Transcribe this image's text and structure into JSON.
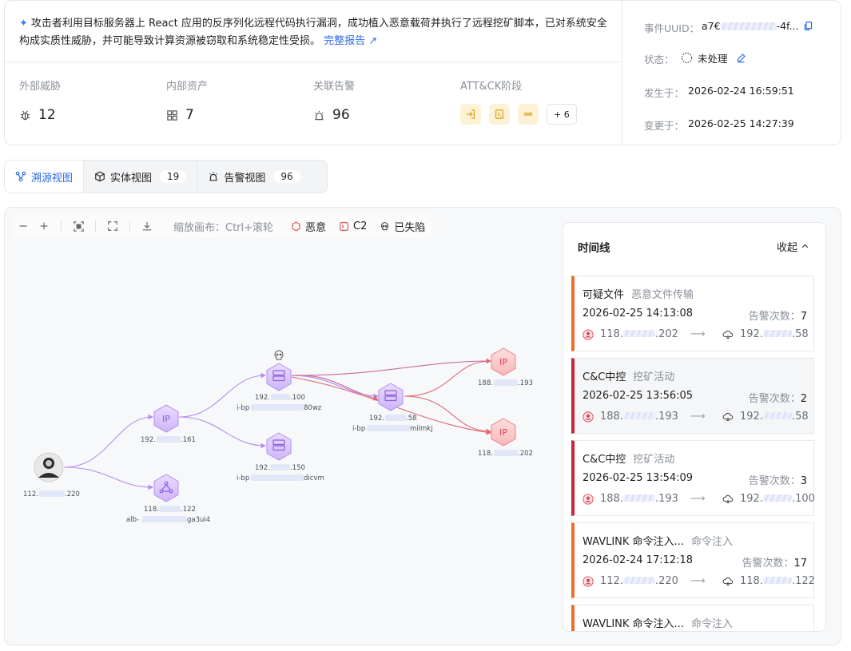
{
  "summary": {
    "description": "攻击者利用目标服务器上 React 应用的反序列化远程代码执行漏洞，成功植入恶意载荷并执行了远程挖矿脚本，已对系统安全构成实质性威胁，并可能导致计算资源被窃取和系统稳定性受损。",
    "report_link": "完整报告 ↗"
  },
  "stats": [
    {
      "label": "外部威胁",
      "value": "12",
      "icon": "bug-icon"
    },
    {
      "label": "内部资产",
      "value": "7",
      "icon": "grid-icon"
    },
    {
      "label": "关联告警",
      "value": "96",
      "icon": "alarm-icon"
    },
    {
      "label": "ATT&CK阶段",
      "value": "",
      "icon": ""
    }
  ],
  "attack_phases": {
    "icons": [
      "entry-icon",
      "script-icon",
      "infinity-icon"
    ],
    "more": "+ 6",
    "color": "#d9a21b"
  },
  "meta": {
    "uuid_label": "事件UUID：",
    "uuid_prefix": "a7€",
    "uuid_suffix": "-4f...",
    "status_label": "状态：",
    "status_value": "未处理",
    "occurred_label": "发生于：",
    "occurred_value": "2026-02-24 16:59:51",
    "changed_label": "变更于：",
    "changed_value": "2026-02-25 14:27:39"
  },
  "tabs": [
    {
      "label": "溯源视图",
      "count": "",
      "icon": "trace-icon"
    },
    {
      "label": "实体视图",
      "count": "19",
      "icon": "cube-icon"
    },
    {
      "label": "告警视图",
      "count": "96",
      "icon": "alarm-icon"
    }
  ],
  "toolbar": {
    "zoom_hint": "缩放画布：Ctrl+滚轮",
    "legend": [
      {
        "label": "恶意",
        "icon": "hexagon-icon",
        "color": "#d9534f"
      },
      {
        "label": "C2",
        "icon": "c2-icon",
        "color": "#d9534f"
      },
      {
        "label": "已失陷",
        "icon": "skull-icon",
        "color": "#444"
      }
    ]
  },
  "graph": {
    "nodes": [
      {
        "id": "attacker",
        "type": "attacker",
        "label": "112.",
        "label_tail": ".220",
        "sub": ""
      },
      {
        "id": "ip161",
        "type": "ip",
        "text": "IP",
        "label": "192.",
        "label_tail": ".161",
        "sub": ""
      },
      {
        "id": "lb122",
        "type": "lb",
        "text": "",
        "label": "118.",
        "label_tail": ".122",
        "sub": "alb-",
        "sub_tail": "ga3ui4"
      },
      {
        "id": "srv100",
        "type": "server",
        "text": "",
        "label": "192.",
        "label_tail": ".100",
        "sub": "i-bp",
        "sub_tail": "80wz"
      },
      {
        "id": "srv150",
        "type": "server",
        "text": "",
        "label": "192.",
        "label_tail": ".150",
        "sub": "i-bp",
        "sub_tail": "dicvm"
      },
      {
        "id": "srv58",
        "type": "server",
        "text": "",
        "label": "192.",
        "label_tail": ".58",
        "sub": "i-bp",
        "sub_tail": "milmkj"
      },
      {
        "id": "ip193",
        "type": "ipmal",
        "text": "IP",
        "label": "188.",
        "label_tail": ".193",
        "sub": ""
      },
      {
        "id": "ip202",
        "type": "ipmal",
        "text": "IP",
        "label": "118.",
        "label_tail": ".202",
        "sub": ""
      }
    ]
  },
  "timeline": {
    "title": "时间线",
    "collapse": "收起",
    "events": [
      {
        "title": "可疑文件",
        "sub": "恶意文件传输",
        "time": "2026-02-25 14:13:08",
        "count_label": "告警次数：",
        "count": "7",
        "src": "118.",
        "src_tail": ".202",
        "dst": "192.",
        "dst_tail": ".58",
        "color": "orange"
      },
      {
        "title": "C&C中控",
        "sub": "挖矿活动",
        "time": "2026-02-25 13:56:05",
        "count_label": "告警次数：",
        "count": "2",
        "src": "188.",
        "src_tail": ".193",
        "dst": "192.",
        "dst_tail": ".58",
        "color": "red"
      },
      {
        "title": "C&C中控",
        "sub": "挖矿活动",
        "time": "2026-02-25 13:54:09",
        "count_label": "告警次数：",
        "count": "3",
        "src": "188.",
        "src_tail": ".193",
        "dst": "192.",
        "dst_tail": ".100",
        "color": "red"
      },
      {
        "title": "WAVLINK 命令注入...",
        "sub": "命令注入",
        "time": "2026-02-24 17:12:18",
        "count_label": "告警次数：",
        "count": "17",
        "src": "112.",
        "src_tail": ".220",
        "dst": "118.",
        "dst_tail": ".122",
        "color": "orange"
      },
      {
        "title": "WAVLINK 命令注入...",
        "sub": "命令注入",
        "time": "",
        "count_label": "",
        "count": "",
        "src": "",
        "src_tail": "",
        "dst": "",
        "dst_tail": "",
        "color": "orange"
      }
    ]
  }
}
